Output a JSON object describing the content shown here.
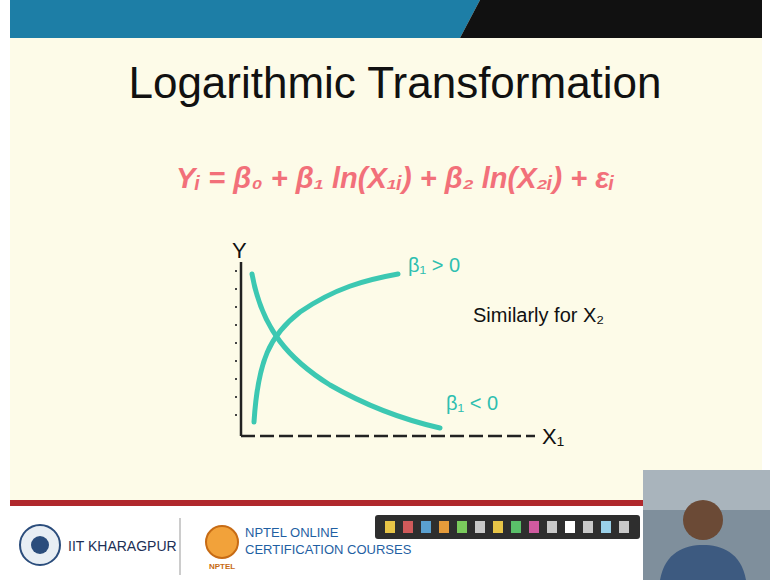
{
  "diagram": {
    "title": "Logarithmic Transformation",
    "labels": [
      "Yᵢ = β₀ + β₁ ln(X₁ᵢ) + β₂ ln(X₂ᵢ) + εᵢ",
      "Y",
      "β₁ > 0",
      "β₁ < 0",
      "X₁",
      "Similarly for X₂",
      "IIT KHARAGPUR",
      "NPTEL ONLINE",
      "CERTIFICATION COURSES",
      "NPTEL"
    ]
  }
}
